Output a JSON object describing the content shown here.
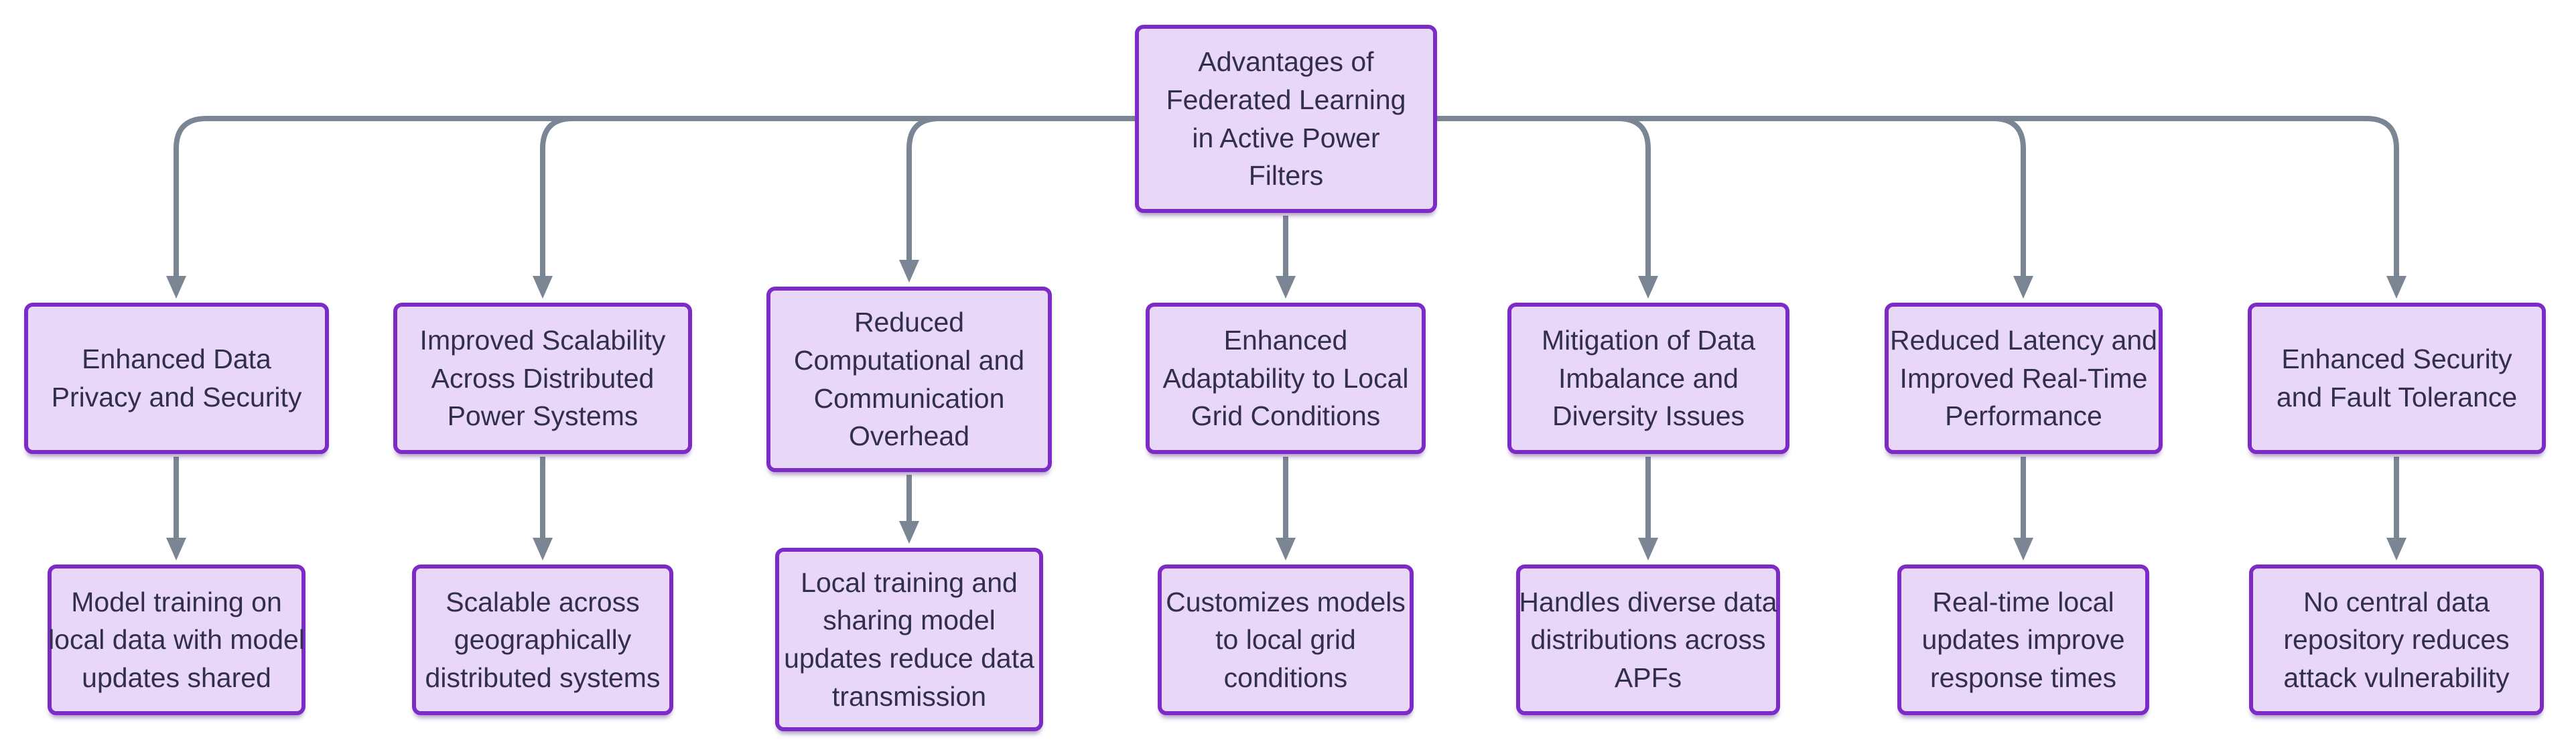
{
  "diagram": {
    "root": {
      "label": "Advantages of\nFederated Learning\nin Active Power\nFilters"
    },
    "branches": [
      {
        "advantage": "Enhanced Data\nPrivacy and Security",
        "detail": "Model training on\nlocal data with model\nupdates shared"
      },
      {
        "advantage": "Improved Scalability\nAcross Distributed\nPower Systems",
        "detail": "Scalable across\ngeographically\ndistributed systems"
      },
      {
        "advantage": "Reduced\nComputational and\nCommunication\nOverhead",
        "detail": "Local training and\nsharing model\nupdates reduce data\ntransmission"
      },
      {
        "advantage": "Enhanced\nAdaptability to Local\nGrid Conditions",
        "detail": "Customizes models\nto local grid\nconditions"
      },
      {
        "advantage": "Mitigation of Data\nImbalance and\nDiversity Issues",
        "detail": "Handles diverse data\ndistributions across\nAPFs"
      },
      {
        "advantage": "Reduced Latency and\nImproved Real-Time\nPerformance",
        "detail": "Real-time local\nupdates improve\nresponse times"
      },
      {
        "advantage": "Enhanced Security\nand Fault Tolerance",
        "detail": "No central data\nrepository reduces\nattack vulnerability"
      }
    ]
  },
  "colors": {
    "node_fill": "#e9d7f7",
    "node_border": "#7d2bc7",
    "edge": "#7a8694",
    "text": "#312e4e",
    "background": "#ffffff"
  }
}
